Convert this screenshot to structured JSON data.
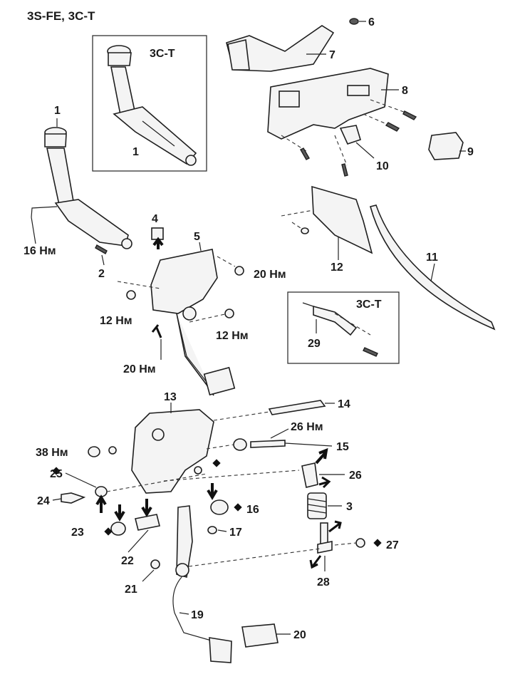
{
  "header": {
    "engine_label": "3S-FE, 3C-T"
  },
  "insets": [
    {
      "id": "inset-master-cylinder",
      "title": "3C-T"
    },
    {
      "id": "inset-bracket",
      "title": "3C-T"
    }
  ],
  "callouts": {
    "c1a": "1",
    "c1b": "1",
    "c2": "2",
    "c3": "3",
    "c4": "4",
    "c5": "5",
    "c6": "6",
    "c7": "7",
    "c8": "8",
    "c9": "9",
    "c10": "10",
    "c11": "11",
    "c12": "12",
    "c13": "13",
    "c14": "14",
    "c15": "15",
    "c16": "16",
    "c17": "17",
    "c19": "19",
    "c20": "20",
    "c21": "21",
    "c22": "22",
    "c23": "23",
    "c24": "24",
    "c25": "25",
    "c26": "26",
    "c27": "27",
    "c28": "28",
    "c29": "29"
  },
  "torques": {
    "t16": "16 Нм",
    "t20a": "20 Нм",
    "t12a": "12 Нм",
    "t12b": "12 Нм",
    "t20b": "20 Нм",
    "t26": "26 Нм",
    "t38": "38 Нм"
  },
  "colors": {
    "ink": "#1f1f1f",
    "paper": "#ffffff"
  }
}
